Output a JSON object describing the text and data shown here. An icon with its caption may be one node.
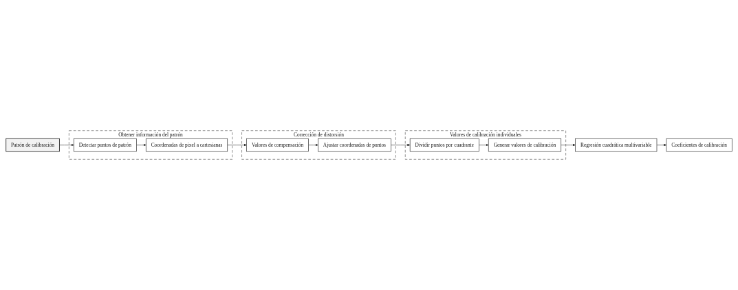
{
  "diagram": {
    "nodes": [
      {
        "text": [
          "Patrón de calibración"
        ]
      },
      {
        "text": [
          "Obtener información del patrón"
        ]
      },
      {
        "text": [
          "Detectar puntos de patrón"
        ],
        "in": 1
      },
      {
        "text": [
          "Coordenadas de pixel a cartesianas"
        ],
        "in": 1
      },
      {
        "text": [
          "Corrección de distorsión"
        ]
      },
      {
        "text": [
          "Valores de compensación"
        ],
        "in": 4
      },
      {
        "text": [
          "Ajustar coordenadas de puntos"
        ],
        "in": 4
      },
      {
        "text": [
          "Valores de calibración individuales"
        ]
      },
      {
        "text": [
          "Dividir puntos por cuadrante"
        ],
        "in": 7
      },
      {
        "text": [
          "Generar valores de calibración"
        ],
        "in": 7
      },
      {
        "text": [
          "Regresión cuadrática multivariable"
        ]
      },
      {
        "text": [
          "Coeficientes de calibración"
        ]
      }
    ],
    "edges": [
      {
        "from": 0,
        "to": 2,
        "arrow": "to"
      },
      {
        "from": 2,
        "to": 3,
        "arrow": "to"
      },
      {
        "from": 3,
        "to": 5,
        "arrow": "to"
      },
      {
        "from": 5,
        "to": 6,
        "arrow": "to"
      },
      {
        "from": 6,
        "to": 8,
        "arrow": "to"
      },
      {
        "from": 8,
        "to": 9,
        "arrow": "to"
      },
      {
        "from": 9,
        "to": 10,
        "arrow": "to"
      },
      {
        "from": 10,
        "to": 11,
        "arrow": "to"
      }
    ]
  }
}
